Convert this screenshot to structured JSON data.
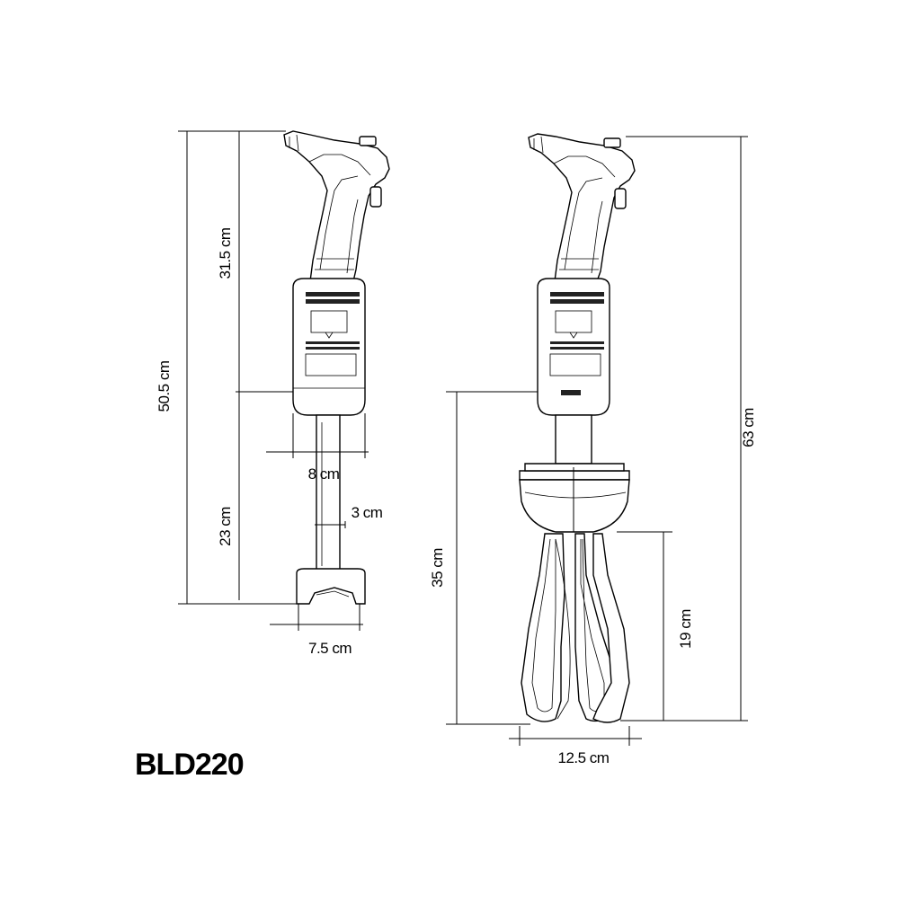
{
  "model": "BLD220",
  "left_unit": {
    "total_height": "50.5 cm",
    "motor_height": "31.5 cm",
    "shaft_length": "23 cm",
    "body_width": "8 cm",
    "shaft_diameter": "3 cm",
    "foot_width": "7.5 cm"
  },
  "right_unit": {
    "total_height": "63 cm",
    "whisk_height": "35 cm",
    "blade_height": "19 cm",
    "whisk_width": "12.5 cm"
  }
}
